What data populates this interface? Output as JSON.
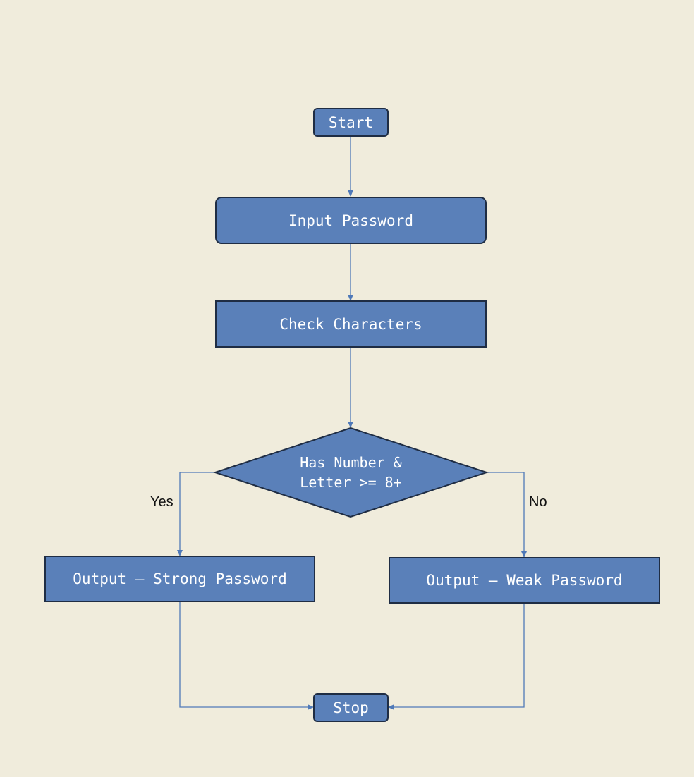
{
  "nodes": {
    "start": "Start",
    "input_password": "Input Password",
    "check_characters": "Check Characters",
    "decision_line1": "Has Number &",
    "decision_line2": "Letter >= 8+",
    "output_strong": "Output – Strong Password",
    "output_weak": "Output – Weak Password",
    "stop": "Stop"
  },
  "branches": {
    "yes": "Yes",
    "no": "No"
  },
  "colors": {
    "background": "#f0ecdc",
    "node_fill": "#5a80b9",
    "node_border": "#1f2d44",
    "connector": "#4f79b8",
    "node_text": "#ffffff"
  }
}
